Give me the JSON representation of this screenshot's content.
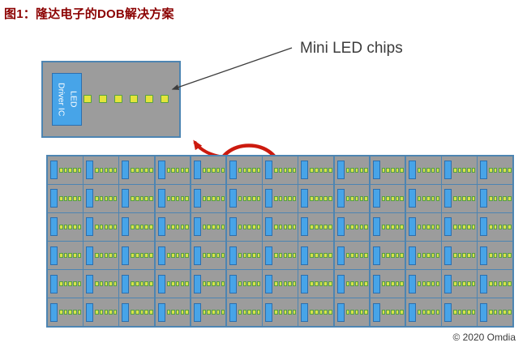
{
  "title": "图1：隆达电子的DOB解决方案",
  "annotation": {
    "label": "Mini LED chips"
  },
  "inset": {
    "driver_label": "LED\nDriver IC",
    "chip_count": 6
  },
  "grid": {
    "columns": 13,
    "rows": 6,
    "chips_per_cell": 5
  },
  "footer": {
    "copyright": "© 2020 Omdia"
  },
  "colors": {
    "title_color": "#8b0000",
    "board_gray": "#9c9c9c",
    "border_blue": "#4d85b2",
    "driver_fill": "#47a4e8",
    "driver_border": "#2d6fae",
    "chip_fill": "#e4e53a",
    "grid_chip_fill": "#d8e24a",
    "chip_border": "#55a045",
    "highlight_red": "#cc1a0e",
    "annotation_color": "#3c3c3c",
    "copyright_color": "#3a3a3a"
  }
}
